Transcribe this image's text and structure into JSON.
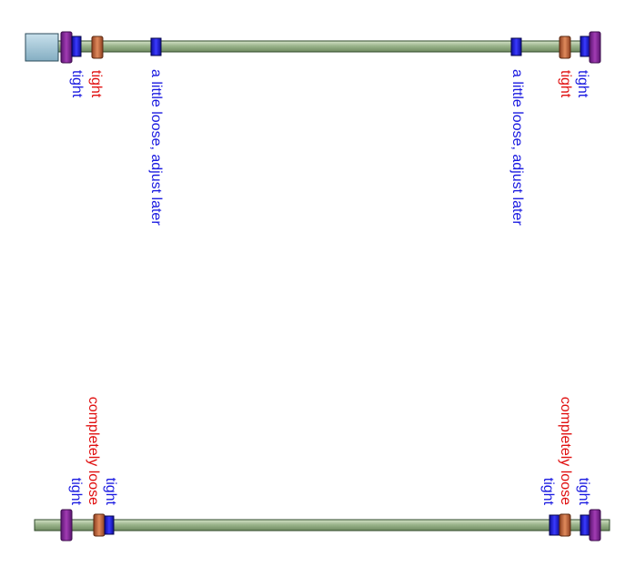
{
  "colors": {
    "rod": "#9bb58c",
    "rod_stroke": "#2f4a2a",
    "end_block": "#9fc6d8",
    "collar_purple": "#8b2a9a",
    "collar_copper": "#c8693f",
    "collar_blue": "#1d1ddb",
    "label_red": "#e01010",
    "label_blue": "#1a1ae0"
  },
  "top_rod": {
    "left_end_labels": {
      "red": "tight",
      "blue": "tight"
    },
    "left_inner_label": "a little loose, adjust later",
    "right_inner_label": "a little loose, adjust later",
    "right_end_labels": {
      "blue": "tight",
      "red": "tight"
    }
  },
  "bottom_rod": {
    "left_labels": {
      "blue_outer": "tight",
      "red": "completely loose",
      "blue_inner": "tight"
    },
    "right_labels": {
      "red": "completely loose",
      "blue_outer": "tight",
      "blue_inner": "tight"
    }
  }
}
